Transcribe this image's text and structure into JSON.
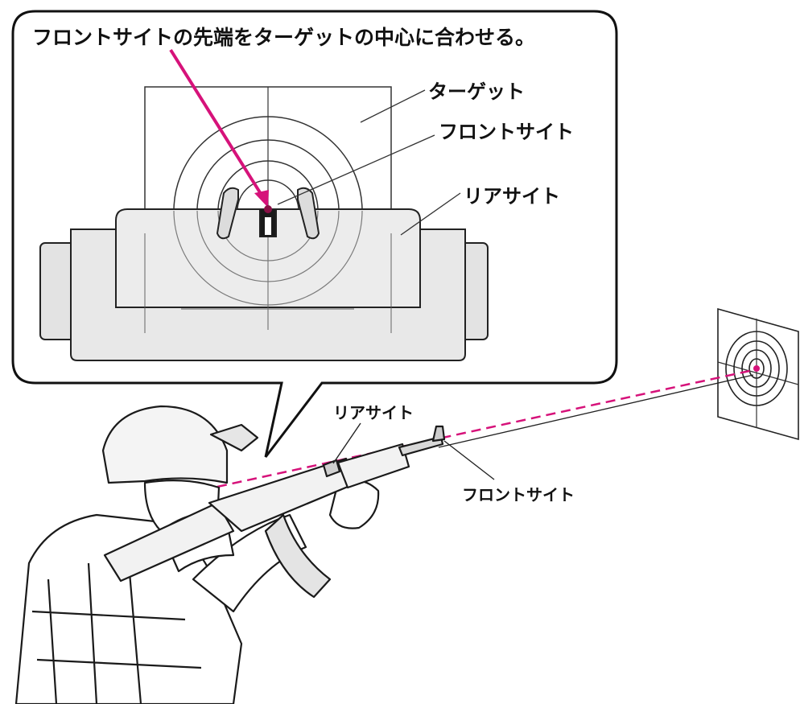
{
  "callout": {
    "instruction": "フロントサイトの先端をターゲットの中心に合わせる。",
    "label_target": "ターゲット",
    "label_front_sight": "フロントサイト",
    "label_rear_sight": "リアサイト"
  },
  "scene": {
    "label_rear_sight": "リアサイト",
    "label_front_sight": "フロントサイト"
  },
  "colors": {
    "accent": "#d6127a",
    "line": "#222222",
    "panel_fill": "#e8e8e8",
    "bubble_stroke": "#111111"
  }
}
